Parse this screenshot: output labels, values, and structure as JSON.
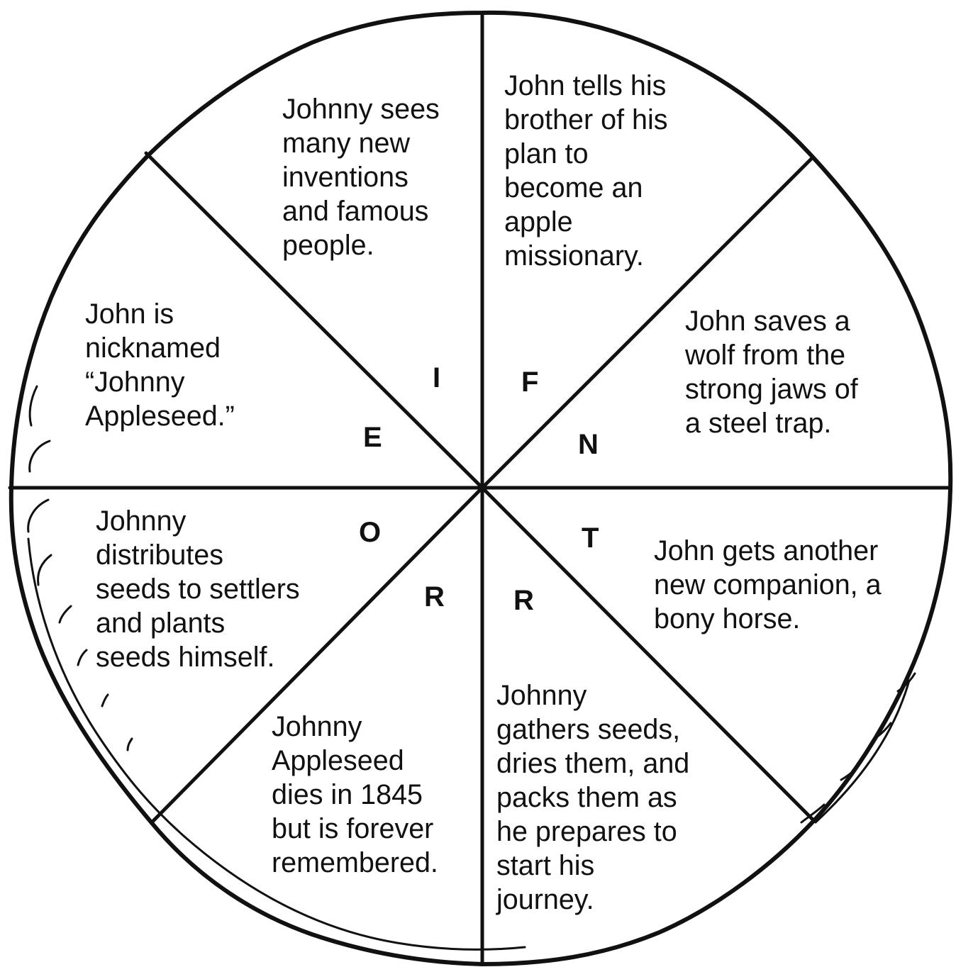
{
  "segments": [
    {
      "id": "top-left",
      "lines": [
        "Johnny sees",
        "many new",
        "inventions",
        "and famous",
        "people."
      ],
      "letter": "I"
    },
    {
      "id": "top-right",
      "lines": [
        "John tells his",
        "brother of his",
        "plan to",
        "become an",
        "apple",
        "missionary."
      ],
      "letter": "F"
    },
    {
      "id": "right-upper",
      "lines": [
        "John saves a",
        "wolf from the",
        "strong jaws of",
        "a steel trap."
      ],
      "letter": "N"
    },
    {
      "id": "right-lower",
      "lines": [
        "John gets another",
        "new companion, a",
        "bony horse."
      ],
      "letter": "T"
    },
    {
      "id": "bottom-right",
      "lines": [
        "Johnny",
        "gathers seeds,",
        "dries them, and",
        "packs them as",
        "he prepares to",
        "start his",
        "journey."
      ],
      "letter": "R"
    },
    {
      "id": "bottom-left",
      "lines": [
        "Johnny",
        "Appleseed",
        "dies in 1845",
        "but is forever",
        "remembered."
      ],
      "letter": "R"
    },
    {
      "id": "left-lower",
      "lines": [
        "Johnny",
        "distributes",
        "seeds to settlers",
        "and plants",
        "seeds himself."
      ],
      "letter": "O"
    },
    {
      "id": "left-upper",
      "lines": [
        "John is",
        "nicknamed",
        "“Johnny",
        "Appleseed.”"
      ],
      "letter": "E"
    }
  ]
}
